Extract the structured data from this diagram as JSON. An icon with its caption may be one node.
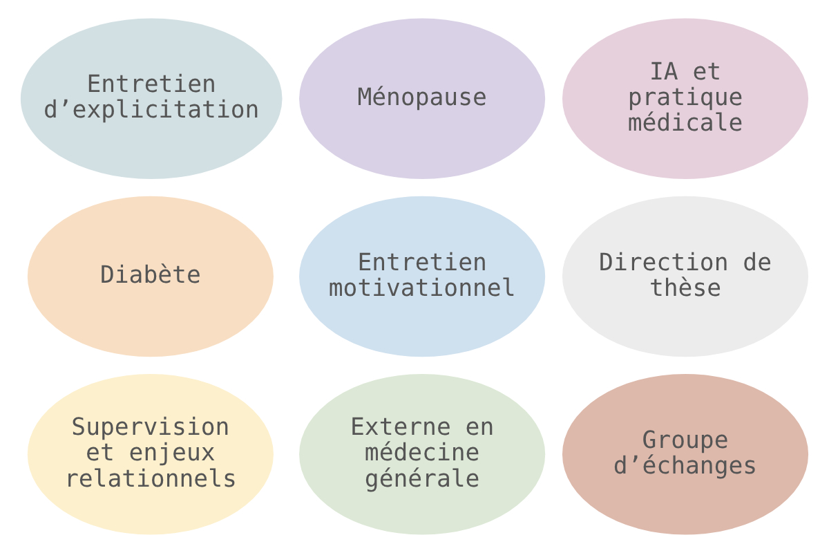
{
  "diagram": {
    "nodes": [
      {
        "text": [
          "Entretien d’explicitation"
        ]
      },
      {
        "text": [
          "Ménopause"
        ]
      },
      {
        "text": [
          "IA et pratique médicale"
        ]
      },
      {
        "text": [
          "Diabète"
        ]
      },
      {
        "text": [
          "Entretien motivationnel"
        ]
      },
      {
        "text": [
          "Direction de thèse"
        ]
      },
      {
        "text": [
          "Supervision et enjeux relationnels"
        ]
      },
      {
        "text": [
          "Externe en médecine générale"
        ]
      },
      {
        "text": [
          "Groupe d’échanges"
        ]
      }
    ]
  }
}
